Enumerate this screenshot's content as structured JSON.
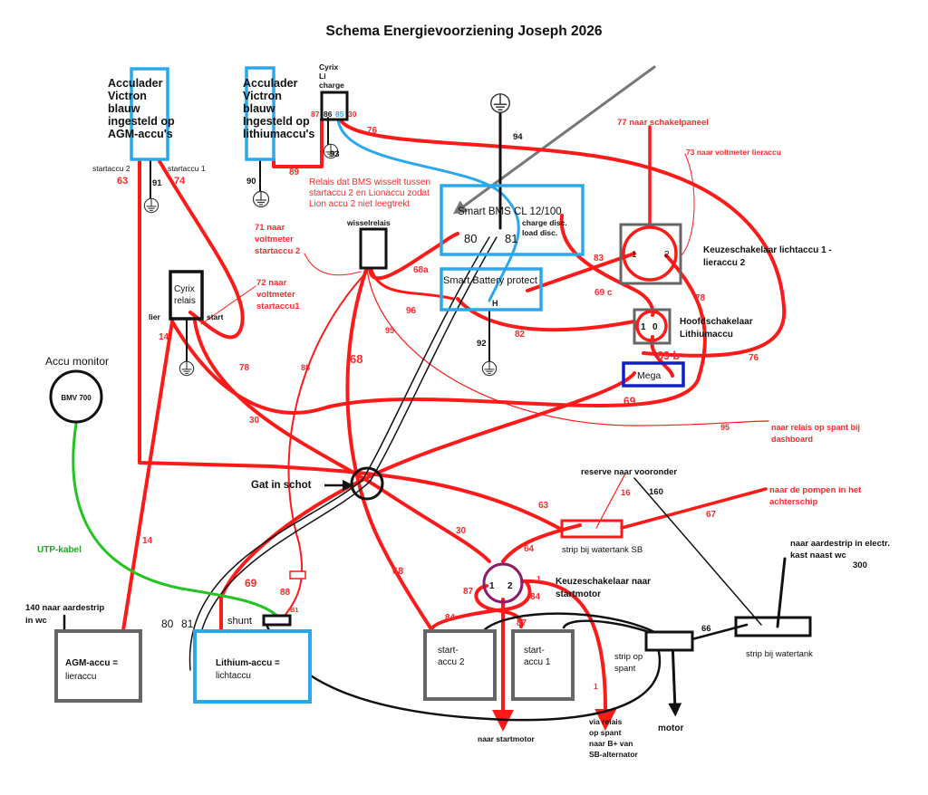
{
  "title": "Schema Energievoorziening Joseph 2026",
  "colors": {
    "wire_red": "#ff1a1a",
    "label_red": "#ff2a2a",
    "charger_blue": "#2aa8ee",
    "bms_blue": "#2aa8ee",
    "mega_blue": "#1020c8",
    "utp_green": "#22c422",
    "box_gray": "#666666",
    "ground_gray": "#777777",
    "arrow_gray": "#777777",
    "selector_purple": "#8a1a6a",
    "text_black": "#111111"
  },
  "components": {
    "charger_agm": {
      "lines": [
        "Acculader",
        "Victron",
        "blauw",
        "ingesteld op",
        "AGM-accu's"
      ]
    },
    "charger_li": {
      "lines": [
        "Acculader",
        "Victron",
        "blauw",
        "Ingesteld op",
        "lithiumaccu's"
      ]
    },
    "cyrix_li": {
      "lines": [
        "Cyrix",
        "Li",
        "charge"
      ],
      "pins": [
        "87",
        "86",
        "85",
        "30"
      ]
    },
    "relay_note": {
      "lines": [
        "Relais dat BMS wisselt tussen",
        "startaccu 2 en Lionaccu zodat",
        "Lion accu 2 niet leegtrekt"
      ]
    },
    "bms": {
      "label": "Smart BMS CL 12/100",
      "pin_80": "80",
      "pin_81": "81",
      "charge_disc": "charge disc.",
      "load_disc": "load disc."
    },
    "battery_protect": {
      "label": "Smart Battery protect",
      "pin_h": "H"
    },
    "wisselrelais": {
      "label": "wisselrelais"
    },
    "cyrix_relais": {
      "lines": [
        "Cyrix",
        "relais"
      ],
      "lier": "lier",
      "start": "start"
    },
    "selector_light": {
      "pin1": "1",
      "pin2": "2",
      "lines": [
        "Keuzeschakelaar lichtaccu 1 -",
        "lieraccu 2"
      ]
    },
    "main_switch": {
      "pin1": "1",
      "pin0": "0",
      "lines": [
        "Hoofdschakelaar",
        "Lithiumaccu"
      ]
    },
    "mega": {
      "label": "Mega"
    },
    "accu_monitor": {
      "title": "Accu monitor",
      "label": "BMV 700"
    },
    "utp": {
      "label": "UTP-kabel"
    },
    "gat": {
      "label": "Gat in schot"
    },
    "agm_accu": {
      "line1": "AGM-accu =",
      "line2": "lieraccu"
    },
    "lithium_accu": {
      "line1": "Lithium-accu =",
      "line2": "lichtaccu"
    },
    "shunt": {
      "label": "shunt",
      "b1": "B1"
    },
    "start_accu_2": {
      "line1": "start-",
      "line2": "accu 2"
    },
    "start_accu_1": {
      "line1": "start-",
      "line2": "accu 1"
    },
    "selector_start": {
      "pin1": "1",
      "pin2": "2",
      "lines": [
        "Keuzeschakelaar naar",
        "startmotor"
      ]
    },
    "strip_watertank_sb": {
      "label": "strip bij watertank SB"
    },
    "strip_watertank": {
      "label": "strip bij watertank"
    },
    "strip_spant": {
      "lines": [
        "strip op",
        "spant"
      ]
    },
    "motor": {
      "label": "motor"
    }
  },
  "annotations": {
    "startaccu2": "startaccu 2",
    "startaccu1": "startaccu 1",
    "n77": "77 naar schakelpaneel",
    "n73": "73 naar voltmeter lieraccu",
    "n71": [
      "71 naar",
      "voltmeter",
      "startaccu 2"
    ],
    "n72": [
      "72 naar",
      "voltmeter",
      "startaccu1"
    ],
    "n95": [
      "naar relais op spant bij",
      "dashboard"
    ],
    "reserve": "reserve naar vooronder",
    "pompen": [
      "naar de pompen in het",
      "achterschip"
    ],
    "aardestrip_wc": [
      "140 naar aardestrip",
      "in wc"
    ],
    "aardestrip_kast": [
      "naar aardestrip in electr.",
      "kast naast wc"
    ],
    "n300": "300",
    "naar_startmotor": "naar startmotor",
    "via_relais": [
      "via relais",
      " op spant",
      "naar B+ van",
      "SB-alternator"
    ]
  },
  "wire_labels": {
    "w63": "63",
    "w74": "74",
    "w91": "91",
    "w90": "90",
    "w89": "89",
    "w93": "93",
    "w76a": "76",
    "w94": "94",
    "w68a": "68a",
    "w83": "83",
    "w69c": "69 c",
    "w78a": "78",
    "w69b": "69 b",
    "w76b": "76",
    "w96": "96",
    "w95a": "95",
    "w82": "82",
    "w92": "92",
    "w14a": "14",
    "w78b": "78",
    "w88a": "88",
    "w68b": "68",
    "w30a": "30",
    "w69a": "69",
    "w95b": "95",
    "w63b": "63",
    "w16": "16",
    "w160": "160",
    "w67": "67",
    "w30b": "30",
    "w64": "64",
    "w14b": "14",
    "w68c": "68",
    "w69d": "69",
    "w88b": "88",
    "w80": "80",
    "w81": "81",
    "w87a": "87",
    "w1a": "1",
    "w84a": "84",
    "w84b": "84",
    "w87b": "87",
    "w1b": "1",
    "w66": "66"
  }
}
